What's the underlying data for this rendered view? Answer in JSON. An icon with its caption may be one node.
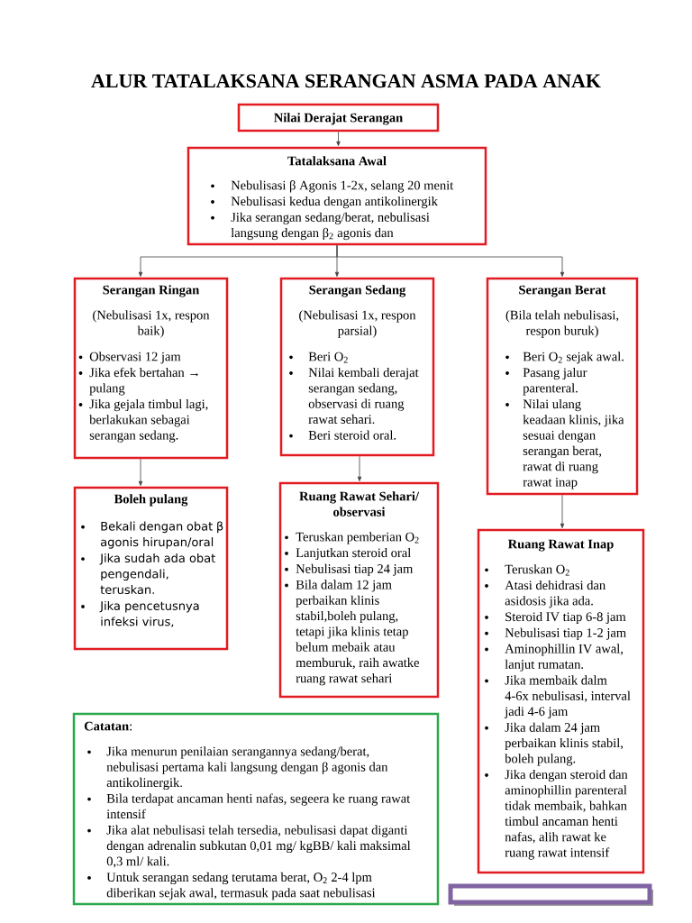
{
  "diagram": {
    "title": "ALUR TATALAKSANA SERANGAN ASMA PADA ANAK",
    "nodes": [
      {
        "text": [
          "Nilai Derajat Serangan"
        ]
      },
      {
        "text": [
          "Tatalaksana Awal",
          "Nebulisasi β Agonis 1-2x, selang 20 menit",
          "Nebulisasi kedua dengan antikolinergik",
          "Jika serangan sedang/berat, nebulisasi langsung dengan β$_{2}$ agonis dan"
        ]
      },
      {
        "text": [
          "Serangan Ringan",
          "(Nebulisasi 1x, respon baik)",
          "Observasi 12 jam",
          "Jika efek bertahan → pulang",
          "Jika gejala timbul lagi, berlakukan sebagai serangan sedang."
        ]
      },
      {
        "text": [
          "Serangan Sedang",
          "(Nebulisasi 1x, respon parsial)",
          "Beri O$_{2}$",
          "Nilai kembali derajat serangan sedang, observasi di ruang rawat sehari.",
          "Beri steroid oral."
        ]
      },
      {
        "text": [
          "Serangan Berat",
          "(Bila telah nebulisasi, respon buruk)",
          "Beri O$_{2}$ sejak awal.",
          "Pasang jalur parenteral.",
          "Nilai ulang keadaan klinis, jika sesuai dengan serangan berat, rawat di ruang rawat inap"
        ]
      },
      {
        "text": [
          "Boleh pulang",
          "Bekali dengan obat β agonis hirupan/oral",
          "Jika sudah ada obat pengendali, teruskan.",
          "Jika pencetusnya infeksi virus,"
        ]
      },
      {
        "text": [
          "Ruang Rawat Sehari/ observasi",
          "Teruskan pemberian O$_{2}$",
          "Lanjutkan steroid oral",
          "Nebulisasi tiap 24 jam",
          "Bila dalam 12 jam perbaikan klinis stabil,boleh pulang, tetapi jika klinis tetap belum mebaik atau memburuk, raih awatke ruang rawat sehari"
        ]
      },
      {
        "text": [
          "Ruang Rawat Inap",
          "Teruskan O$_{2}$",
          "Atasi dehidrasi dan asidosis jika ada.",
          "Steroid IV tiap 6-8 jam",
          "Nebulisasi tiap 1-2 jam",
          "Aminophillin IV awal, lanjut rumatan.",
          "Jika membaik dalm 4-6x nebulisasi, interval jadi 4-6 jam",
          "Jika dalam 24 jam perbaikan klinis stabil, boleh pulang.",
          "Jika dengan steroid dan aminophillin parenteral tidak membaik, bahkan timbul ancaman henti nafas, alih rawat ke ruang rawat intensif"
        ]
      },
      {
        "text": [
          "**Catatan**:",
          "Jika menurun penilaian serangannya sedang/berat, nebulisasi pertama kali langsung dengan β agonis dan antikolinergik.",
          "Bila terdapat ancaman henti nafas, segeera ke ruang rawat intensif",
          "Jika alat nebulisasi telah tersedia, nebulisasi dapat diganti dengan adrenalin subkutan 0,01 mg/ kgBB/ kali maksimal 0,3 ml/ kali.",
          "Untuk serangan sedang terutama berat, O$_{2}$ 2-4 lpm diberikan sejak awal, termasuk pada saat nebulisasi"
        ]
      },
      {
        "text": [],
        "shape": "box"
      }
    ],
    "edges": [
      {
        "from": 0,
        "to": 1,
        "arrow": "to"
      },
      {
        "from": 1,
        "to": 2,
        "arrow": "to"
      },
      {
        "from": 1,
        "to": 3,
        "arrow": "to"
      },
      {
        "from": 1,
        "to": 4,
        "arrow": "to"
      },
      {
        "from": 2,
        "to": 5,
        "arrow": "to"
      },
      {
        "from": 3,
        "to": 6,
        "arrow": "to"
      },
      {
        "from": 4,
        "to": 7,
        "arrow": "to"
      }
    ]
  }
}
